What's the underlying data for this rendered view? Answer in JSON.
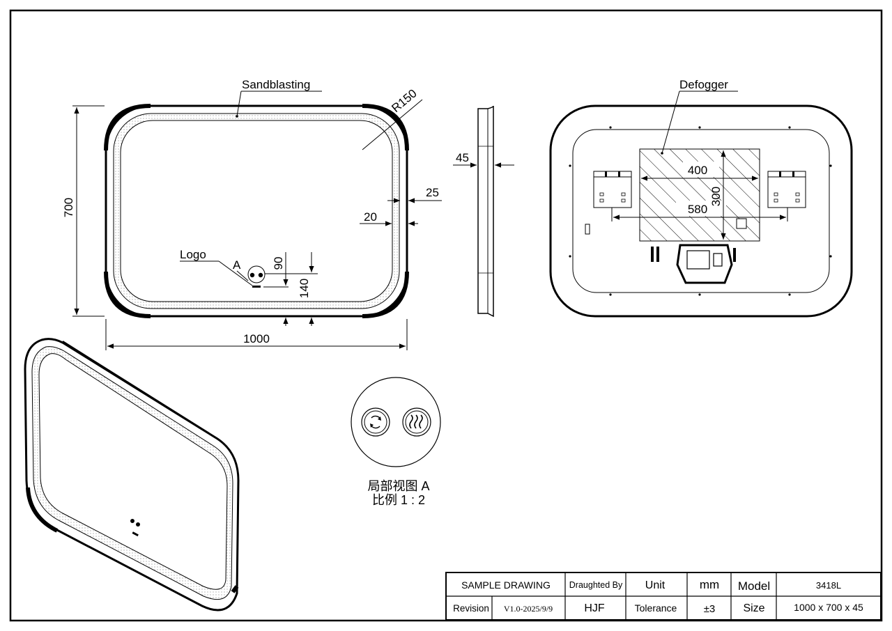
{
  "front_view": {
    "sandblasting_label": "Sandblasting",
    "radius_label": "R150",
    "height_dim": "700",
    "width_dim": "1000",
    "border_outer_dim": "25",
    "border_inner_dim": "20",
    "logo_label": "Logo",
    "detail_ref_label": "A",
    "logo_offset_dim": "90",
    "logo_bottom_dim": "140"
  },
  "side_view": {
    "depth_dim": "45"
  },
  "back_view": {
    "defogger_label": "Defogger",
    "defogger_width_dim": "400",
    "defogger_height_dim": "300",
    "hanger_spacing_dim": "580"
  },
  "detail_view": {
    "title": "局部视图 A",
    "scale": "比例 1 : 2"
  },
  "title_block": {
    "drawing_type": "SAMPLE DRAWING",
    "drafted_by_label": "Draughted By",
    "unit_label": "Unit",
    "unit_value": "mm",
    "model_label": "Model",
    "model_value": "3418L",
    "revision_label": "Revision",
    "revision_value": "V1.0-2025/9/9",
    "drafter_value": "HJF",
    "tolerance_label": "Tolerance",
    "tolerance_value": "±3",
    "size_label": "Size",
    "size_value": "1000 x 700 x 45"
  },
  "colors": {
    "line": "#000000",
    "background": "#ffffff",
    "stipple": "#8a8a8a"
  }
}
